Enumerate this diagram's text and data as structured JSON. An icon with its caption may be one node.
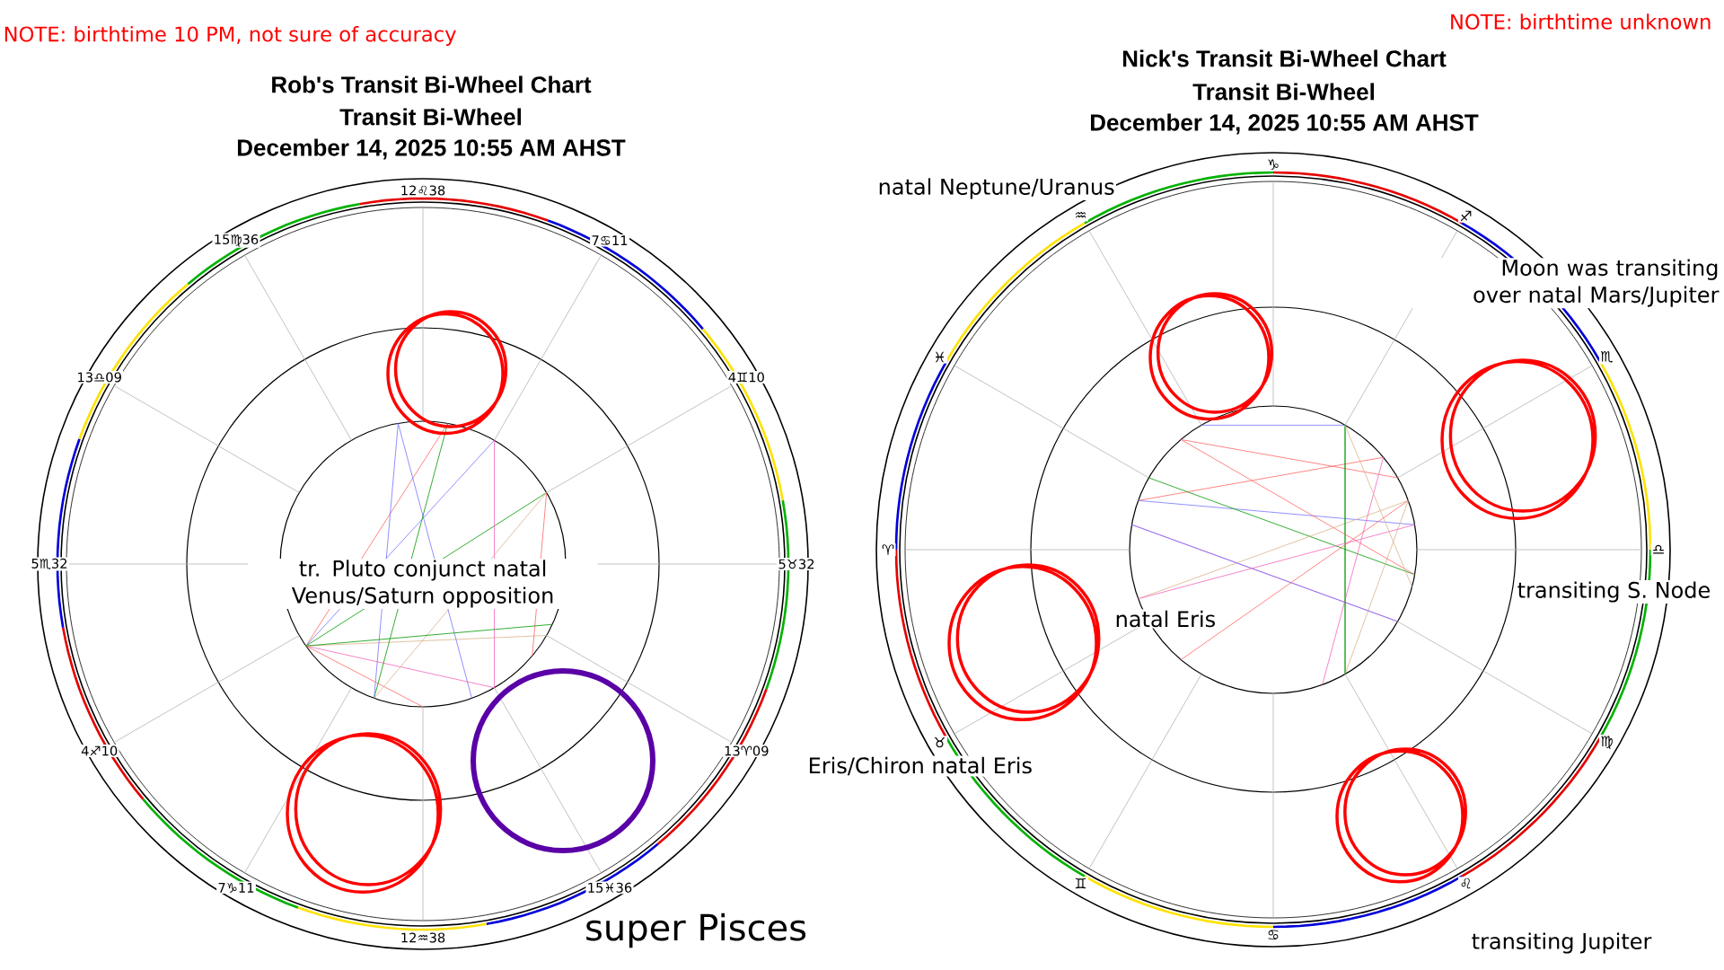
{
  "diagram": {
    "labels": [
      "NOTE: birthtime 10 PM, not sure of accuracy",
      "NOTE: birthtime unknown",
      "Rob's Transit Bi-Wheel Chart",
      "Transit Bi-Wheel",
      "December 14, 2025 10:55 AM AHST",
      "Nick's Transit Bi-Wheel Chart",
      "Transit Bi-Wheel",
      "December 14, 2025 10:55 AM AHST",
      "natal Neptune/Uranus",
      "Moon was transiting over natal Mars/Jupiter",
      "tr. Pluto conjunct natal Venus/Saturn opposition",
      "natal Eris",
      "transiting S. Node",
      "Eris/Chiron natal Eris",
      "super Pisces",
      "transiting Jupiter",
      "12♌38",
      "7♋11",
      "4♊10",
      "5♉32",
      "13♈09",
      "15♓36",
      "12♒38",
      "7♑11",
      "4♐10",
      "5♏32",
      "13♎09",
      "15♍36",
      "♑",
      "♐",
      "♏",
      "♎",
      "♍",
      "♌",
      "♋",
      "♊",
      "♉",
      "♈",
      "♓",
      "♒"
    ]
  }
}
